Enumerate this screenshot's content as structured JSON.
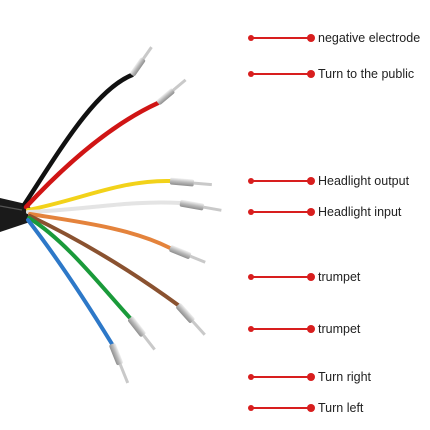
{
  "photo": {
    "description_icon": "wire-harness-photo",
    "colors": {
      "cable_jacket": "#1a1a1a",
      "black": "#111111",
      "red": "#d01515",
      "yellow": "#f2d21a",
      "white": "#e4e4e4",
      "orange": "#e4833c",
      "brown": "#8a5230",
      "green": "#1a9a3a",
      "blue": "#2d78c8",
      "terminal": "#c9c9c9"
    }
  },
  "labels": {
    "accent_color": "#d81e1e",
    "items": [
      {
        "id": "negative-electrode",
        "text": "negative electrode"
      },
      {
        "id": "turn-to-the-public",
        "text": "Turn to the public"
      },
      {
        "id": "headlight-output",
        "text": "Headlight output"
      },
      {
        "id": "headlight-input",
        "text": "Headlight input"
      },
      {
        "id": "trumpet-1",
        "text": "trumpet"
      },
      {
        "id": "trumpet-2",
        "text": "trumpet"
      },
      {
        "id": "turn-right",
        "text": "Turn right"
      },
      {
        "id": "turn-left",
        "text": "Turn left"
      }
    ]
  }
}
